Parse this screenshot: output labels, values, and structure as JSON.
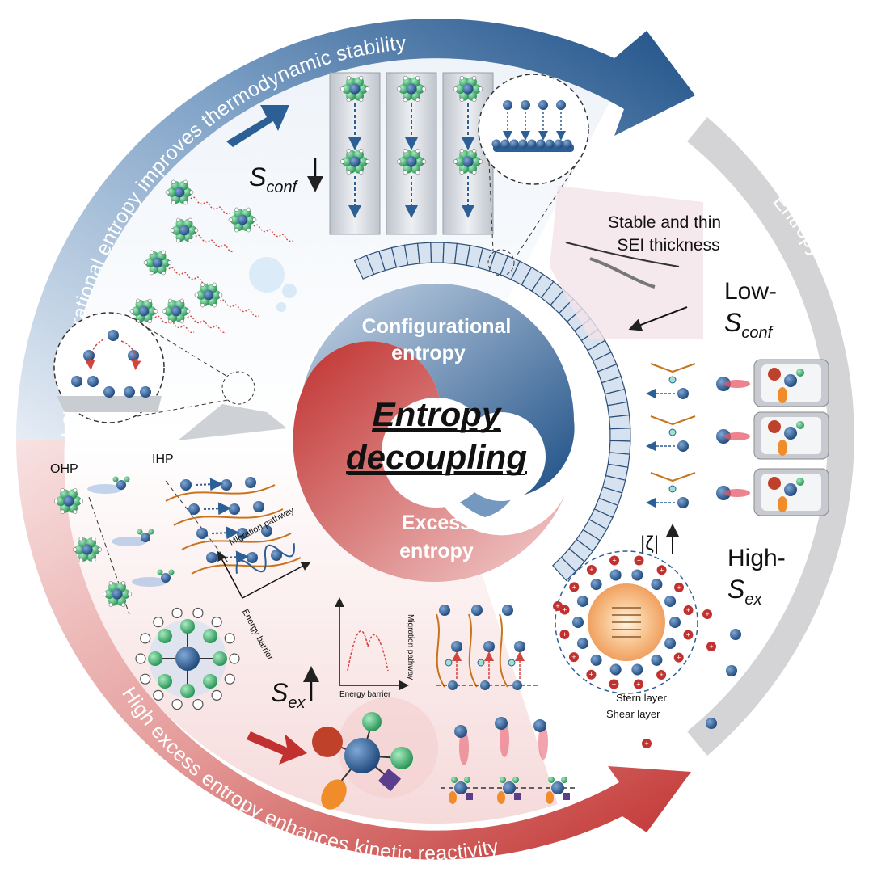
{
  "ring": {
    "top_arc_text": "Low configurational entropy improves thermodynamic stability",
    "bottom_arc_text": "High excess entropy enhances kinetic reactivity",
    "right_arc_text": "Entropy decoupling enables durable aqueous zinc metal batteries"
  },
  "center": {
    "title_line1": "Entropy",
    "title_line2": "decoupling",
    "config_line1": "Configurational",
    "config_line2": "entropy",
    "excess_line1": "Excess",
    "excess_line2": "entropy"
  },
  "labels": {
    "s_conf_main": "S",
    "s_conf_sub": "conf",
    "s_ex_main": "S",
    "s_ex_sub": "ex",
    "sei_line1": "Stable and thin",
    "sei_line2": "SEI thickness",
    "low_main": "Low-",
    "low_s": "S",
    "low_sub": "conf",
    "high_main": "High-",
    "high_s": "S",
    "high_sub": "ex",
    "zeta": "|ζ|",
    "ohp": "OHP",
    "ihp": "IHP",
    "migration_pathway": "Migration pathway",
    "energy_barrier": "Energy barrier",
    "stern_layer": "Stern layer",
    "shear_layer": "Shear layer"
  },
  "colors": {
    "blue": "#1d4f86",
    "red": "#c0312f",
    "grey": "#d4d4d6",
    "zinc": "#2c5f95",
    "green": "#3fb56a"
  }
}
